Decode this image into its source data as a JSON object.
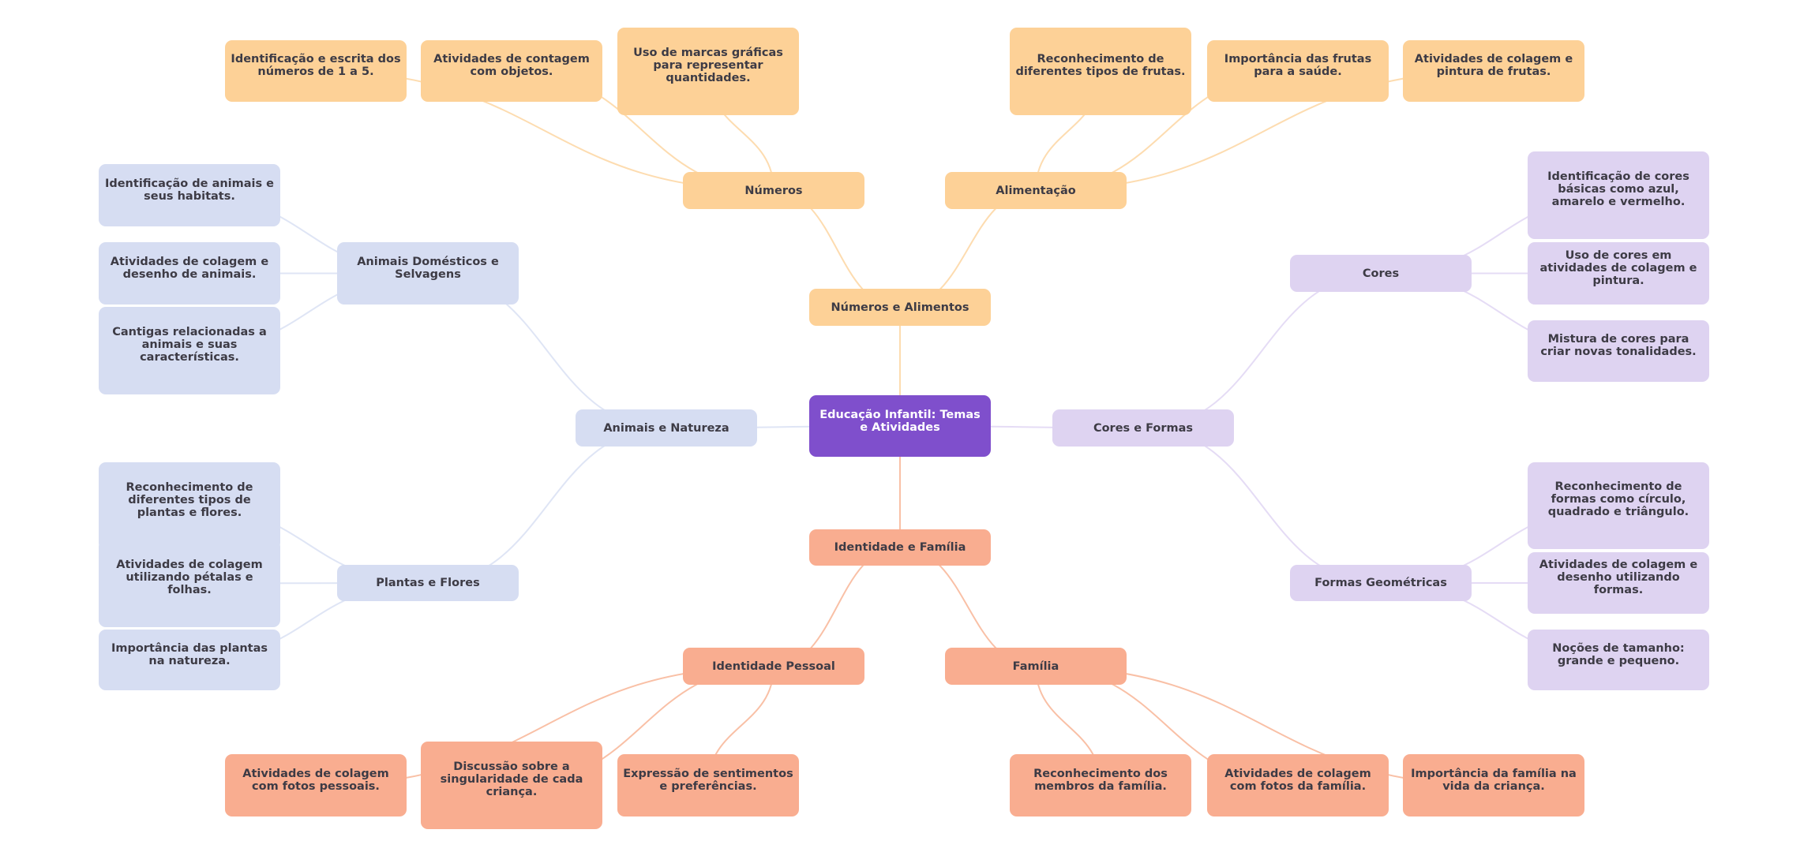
{
  "title": "Educação Infantil: Temas e Atividades",
  "colors": {
    "root": "#7f4fcc",
    "numeros_alimentos": "#fdd197",
    "animais_natureza": "#d6ddf2",
    "cores_formas": "#ded3f1",
    "identidade_familia": "#f9ad90"
  },
  "mindmap": {
    "root": "Educação Infantil: Temas e Atividades",
    "branches": [
      {
        "label": "Números e Alimentos",
        "children": [
          {
            "label": "Números",
            "children": [
              "Identificação e escrita dos números de 1 a 5.",
              "Atividades de contagem com objetos.",
              "Uso de marcas gráficas para representar quantidades."
            ]
          },
          {
            "label": "Alimentação",
            "children": [
              "Reconhecimento de diferentes tipos de frutas.",
              "Importância das frutas para a saúde.",
              "Atividades de colagem e pintura de frutas."
            ]
          }
        ]
      },
      {
        "label": "Animais e Natureza",
        "children": [
          {
            "label": "Animais Domésticos e Selvagens",
            "children": [
              "Identificação de animais e seus habitats.",
              "Atividades de colagem e desenho de animais.",
              "Cantigas relacionadas a animais e suas características."
            ]
          },
          {
            "label": "Plantas e Flores",
            "children": [
              "Reconhecimento de diferentes tipos de plantas e flores.",
              "Atividades de colagem utilizando pétalas e folhas.",
              "Importância das plantas na natureza."
            ]
          }
        ]
      },
      {
        "label": "Cores e Formas",
        "children": [
          {
            "label": "Cores",
            "children": [
              "Identificação de cores básicas como azul, amarelo e vermelho.",
              "Uso de cores em atividades de colagem e pintura.",
              "Mistura de cores para criar novas tonalidades."
            ]
          },
          {
            "label": "Formas Geométricas",
            "children": [
              "Reconhecimento de formas como círculo, quadrado e triângulo.",
              "Atividades de colagem e desenho utilizando formas.",
              "Noções de tamanho: grande e pequeno."
            ]
          }
        ]
      },
      {
        "label": "Identidade e Família",
        "children": [
          {
            "label": "Identidade Pessoal",
            "children": [
              "Atividades de colagem com fotos pessoais.",
              "Discussão sobre a singularidade de cada criança.",
              "Expressão de sentimentos e preferências."
            ]
          },
          {
            "label": "Família",
            "children": [
              "Reconhecimento dos membros da família.",
              "Atividades de colagem com fotos da família.",
              "Importância da família na vida da criança."
            ]
          }
        ]
      }
    ]
  }
}
